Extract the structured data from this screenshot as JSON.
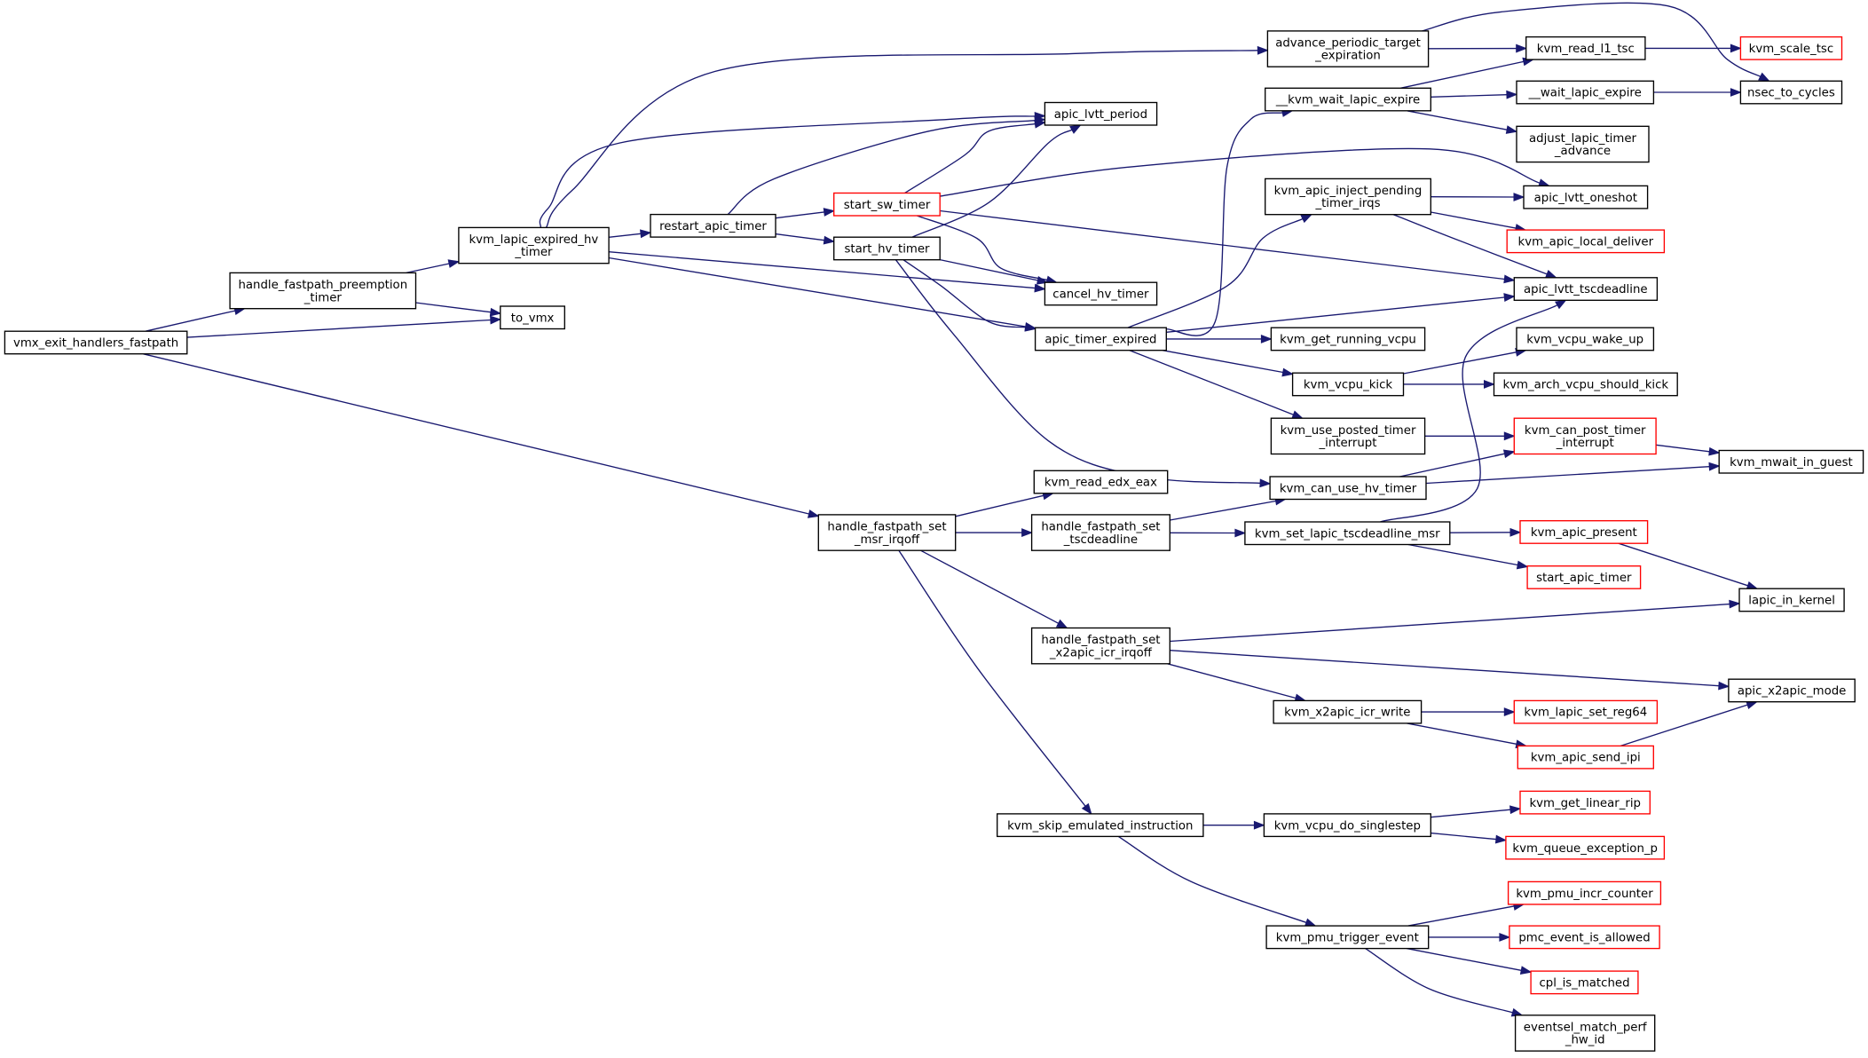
{
  "colors": {
    "edge": "#191970",
    "root_fill": "#bfbfbf",
    "node_border": "#000000",
    "truncated_border": "#ff0000"
  },
  "nodes": [
    {
      "id": "vmx_exit_handlers_fastpath",
      "lines": [
        "vmx_exit_handlers_fastpath"
      ],
      "style": "root"
    },
    {
      "id": "handle_fastpath_preemption_timer",
      "lines": [
        "handle_fastpath_preemption",
        "_timer"
      ],
      "style": "normal"
    },
    {
      "id": "to_vmx",
      "lines": [
        "to_vmx"
      ],
      "style": "normal"
    },
    {
      "id": "kvm_lapic_expired_hv_timer",
      "lines": [
        "kvm_lapic_expired_hv",
        "_timer"
      ],
      "style": "normal"
    },
    {
      "id": "restart_apic_timer",
      "lines": [
        "restart_apic_timer"
      ],
      "style": "normal"
    },
    {
      "id": "start_sw_timer",
      "lines": [
        "start_sw_timer"
      ],
      "style": "truncated"
    },
    {
      "id": "start_hv_timer",
      "lines": [
        "start_hv_timer"
      ],
      "style": "normal"
    },
    {
      "id": "apic_lvtt_period",
      "lines": [
        "apic_lvtt_period"
      ],
      "style": "normal"
    },
    {
      "id": "cancel_hv_timer",
      "lines": [
        "cancel_hv_timer"
      ],
      "style": "normal"
    },
    {
      "id": "apic_timer_expired",
      "lines": [
        "apic_timer_expired"
      ],
      "style": "normal"
    },
    {
      "id": "advance_periodic_target_expiration",
      "lines": [
        "advance_periodic_target",
        "_expiration"
      ],
      "style": "normal"
    },
    {
      "id": "__kvm_wait_lapic_expire",
      "lines": [
        "__kvm_wait_lapic_expire"
      ],
      "style": "normal"
    },
    {
      "id": "kvm_apic_inject_pending_timer_irqs",
      "lines": [
        "kvm_apic_inject_pending",
        "_timer_irqs"
      ],
      "style": "normal"
    },
    {
      "id": "kvm_get_running_vcpu",
      "lines": [
        "kvm_get_running_vcpu"
      ],
      "style": "normal"
    },
    {
      "id": "kvm_vcpu_kick",
      "lines": [
        "kvm_vcpu_kick"
      ],
      "style": "normal"
    },
    {
      "id": "kvm_use_posted_timer_interrupt",
      "lines": [
        "kvm_use_posted_timer",
        "_interrupt"
      ],
      "style": "normal"
    },
    {
      "id": "kvm_can_use_hv_timer",
      "lines": [
        "kvm_can_use_hv_timer"
      ],
      "style": "normal"
    },
    {
      "id": "kvm_read_l1_tsc",
      "lines": [
        "kvm_read_l1_tsc"
      ],
      "style": "normal"
    },
    {
      "id": "kvm_scale_tsc",
      "lines": [
        "kvm_scale_tsc"
      ],
      "style": "truncated"
    },
    {
      "id": "nsec_to_cycles",
      "lines": [
        "nsec_to_cycles"
      ],
      "style": "normal"
    },
    {
      "id": "__wait_lapic_expire",
      "lines": [
        "__wait_lapic_expire"
      ],
      "style": "normal"
    },
    {
      "id": "adjust_lapic_timer_advance",
      "lines": [
        "adjust_lapic_timer",
        "_advance"
      ],
      "style": "normal"
    },
    {
      "id": "apic_lvtt_oneshot",
      "lines": [
        "apic_lvtt_oneshot"
      ],
      "style": "normal"
    },
    {
      "id": "kvm_apic_local_deliver",
      "lines": [
        "kvm_apic_local_deliver"
      ],
      "style": "truncated"
    },
    {
      "id": "apic_lvtt_tscdeadline",
      "lines": [
        "apic_lvtt_tscdeadline"
      ],
      "style": "normal"
    },
    {
      "id": "kvm_vcpu_wake_up",
      "lines": [
        "kvm_vcpu_wake_up"
      ],
      "style": "normal"
    },
    {
      "id": "kvm_arch_vcpu_should_kick",
      "lines": [
        "kvm_arch_vcpu_should_kick"
      ],
      "style": "normal"
    },
    {
      "id": "kvm_can_post_timer_interrupt",
      "lines": [
        "kvm_can_post_timer",
        "_interrupt"
      ],
      "style": "truncated"
    },
    {
      "id": "kvm_mwait_in_guest",
      "lines": [
        "kvm_mwait_in_guest"
      ],
      "style": "normal"
    },
    {
      "id": "handle_fastpath_set_msr_irqoff",
      "lines": [
        "handle_fastpath_set",
        "_msr_irqoff"
      ],
      "style": "normal"
    },
    {
      "id": "kvm_read_edx_eax",
      "lines": [
        "kvm_read_edx_eax"
      ],
      "style": "normal"
    },
    {
      "id": "handle_fastpath_set_tscdeadline",
      "lines": [
        "handle_fastpath_set",
        "_tscdeadline"
      ],
      "style": "normal"
    },
    {
      "id": "kvm_set_lapic_tscdeadline_msr",
      "lines": [
        "kvm_set_lapic_tscdeadline_msr"
      ],
      "style": "normal"
    },
    {
      "id": "kvm_apic_present",
      "lines": [
        "kvm_apic_present"
      ],
      "style": "truncated"
    },
    {
      "id": "start_apic_timer",
      "lines": [
        "start_apic_timer"
      ],
      "style": "truncated"
    },
    {
      "id": "lapic_in_kernel",
      "lines": [
        "lapic_in_kernel"
      ],
      "style": "normal"
    },
    {
      "id": "handle_fastpath_set_x2apic_icr_irqoff",
      "lines": [
        "handle_fastpath_set",
        "_x2apic_icr_irqoff"
      ],
      "style": "normal"
    },
    {
      "id": "apic_x2apic_mode",
      "lines": [
        "apic_x2apic_mode"
      ],
      "style": "normal"
    },
    {
      "id": "kvm_x2apic_icr_write",
      "lines": [
        "kvm_x2apic_icr_write"
      ],
      "style": "normal"
    },
    {
      "id": "kvm_lapic_set_reg64",
      "lines": [
        "kvm_lapic_set_reg64"
      ],
      "style": "truncated"
    },
    {
      "id": "kvm_apic_send_ipi",
      "lines": [
        "kvm_apic_send_ipi"
      ],
      "style": "truncated"
    },
    {
      "id": "kvm_skip_emulated_instruction",
      "lines": [
        "kvm_skip_emulated_instruction"
      ],
      "style": "normal"
    },
    {
      "id": "kvm_vcpu_do_singlestep",
      "lines": [
        "kvm_vcpu_do_singlestep"
      ],
      "style": "normal"
    },
    {
      "id": "kvm_get_linear_rip",
      "lines": [
        "kvm_get_linear_rip"
      ],
      "style": "truncated"
    },
    {
      "id": "kvm_queue_exception_p",
      "lines": [
        "kvm_queue_exception_p"
      ],
      "style": "truncated"
    },
    {
      "id": "kvm_pmu_trigger_event",
      "lines": [
        "kvm_pmu_trigger_event"
      ],
      "style": "normal"
    },
    {
      "id": "kvm_pmu_incr_counter",
      "lines": [
        "kvm_pmu_incr_counter"
      ],
      "style": "truncated"
    },
    {
      "id": "pmc_event_is_allowed",
      "lines": [
        "pmc_event_is_allowed"
      ],
      "style": "truncated"
    },
    {
      "id": "cpl_is_matched",
      "lines": [
        "cpl_is_matched"
      ],
      "style": "truncated"
    },
    {
      "id": "eventsel_match_perf_hw_id",
      "lines": [
        "eventsel_match_perf",
        "_hw_id"
      ],
      "style": "normal"
    }
  ],
  "edges": [
    [
      "vmx_exit_handlers_fastpath",
      "handle_fastpath_preemption_timer"
    ],
    [
      "vmx_exit_handlers_fastpath",
      "to_vmx"
    ],
    [
      "vmx_exit_handlers_fastpath",
      "handle_fastpath_set_msr_irqoff"
    ],
    [
      "handle_fastpath_preemption_timer",
      "kvm_lapic_expired_hv_timer"
    ],
    [
      "handle_fastpath_preemption_timer",
      "to_vmx"
    ],
    [
      "kvm_lapic_expired_hv_timer",
      "advance_periodic_target_expiration"
    ],
    [
      "kvm_lapic_expired_hv_timer",
      "apic_lvtt_period"
    ],
    [
      "kvm_lapic_expired_hv_timer",
      "restart_apic_timer"
    ],
    [
      "kvm_lapic_expired_hv_timer",
      "cancel_hv_timer"
    ],
    [
      "kvm_lapic_expired_hv_timer",
      "apic_timer_expired"
    ],
    [
      "restart_apic_timer",
      "apic_lvtt_period"
    ],
    [
      "restart_apic_timer",
      "start_sw_timer"
    ],
    [
      "restart_apic_timer",
      "start_hv_timer"
    ],
    [
      "start_sw_timer",
      "apic_lvtt_period"
    ],
    [
      "start_sw_timer",
      "apic_lvtt_oneshot"
    ],
    [
      "start_sw_timer",
      "apic_lvtt_tscdeadline"
    ],
    [
      "start_sw_timer",
      "cancel_hv_timer"
    ],
    [
      "start_hv_timer",
      "apic_lvtt_period"
    ],
    [
      "start_hv_timer",
      "cancel_hv_timer"
    ],
    [
      "start_hv_timer",
      "apic_timer_expired"
    ],
    [
      "start_hv_timer",
      "kvm_can_use_hv_timer"
    ],
    [
      "apic_timer_expired",
      "__kvm_wait_lapic_expire"
    ],
    [
      "apic_timer_expired",
      "kvm_apic_inject_pending_timer_irqs"
    ],
    [
      "apic_timer_expired",
      "apic_lvtt_tscdeadline"
    ],
    [
      "apic_timer_expired",
      "kvm_get_running_vcpu"
    ],
    [
      "apic_timer_expired",
      "kvm_vcpu_kick"
    ],
    [
      "apic_timer_expired",
      "kvm_use_posted_timer_interrupt"
    ],
    [
      "advance_periodic_target_expiration",
      "kvm_read_l1_tsc"
    ],
    [
      "advance_periodic_target_expiration",
      "nsec_to_cycles"
    ],
    [
      "kvm_read_l1_tsc",
      "kvm_scale_tsc"
    ],
    [
      "__kvm_wait_lapic_expire",
      "kvm_read_l1_tsc"
    ],
    [
      "__kvm_wait_lapic_expire",
      "__wait_lapic_expire"
    ],
    [
      "__kvm_wait_lapic_expire",
      "adjust_lapic_timer_advance"
    ],
    [
      "__wait_lapic_expire",
      "nsec_to_cycles"
    ],
    [
      "kvm_apic_inject_pending_timer_irqs",
      "apic_lvtt_oneshot"
    ],
    [
      "kvm_apic_inject_pending_timer_irqs",
      "kvm_apic_local_deliver"
    ],
    [
      "kvm_apic_inject_pending_timer_irqs",
      "apic_lvtt_tscdeadline"
    ],
    [
      "kvm_vcpu_kick",
      "kvm_vcpu_wake_up"
    ],
    [
      "kvm_vcpu_kick",
      "kvm_arch_vcpu_should_kick"
    ],
    [
      "kvm_use_posted_timer_interrupt",
      "kvm_can_post_timer_interrupt"
    ],
    [
      "kvm_can_use_hv_timer",
      "kvm_can_post_timer_interrupt"
    ],
    [
      "kvm_can_use_hv_timer",
      "kvm_mwait_in_guest"
    ],
    [
      "kvm_can_post_timer_interrupt",
      "kvm_mwait_in_guest"
    ],
    [
      "handle_fastpath_set_msr_irqoff",
      "kvm_read_edx_eax"
    ],
    [
      "handle_fastpath_set_msr_irqoff",
      "handle_fastpath_set_tscdeadline"
    ],
    [
      "handle_fastpath_set_msr_irqoff",
      "handle_fastpath_set_x2apic_icr_irqoff"
    ],
    [
      "handle_fastpath_set_msr_irqoff",
      "kvm_skip_emulated_instruction"
    ],
    [
      "handle_fastpath_set_tscdeadline",
      "kvm_can_use_hv_timer"
    ],
    [
      "handle_fastpath_set_tscdeadline",
      "kvm_set_lapic_tscdeadline_msr"
    ],
    [
      "kvm_set_lapic_tscdeadline_msr",
      "apic_lvtt_tscdeadline"
    ],
    [
      "kvm_set_lapic_tscdeadline_msr",
      "kvm_apic_present"
    ],
    [
      "kvm_set_lapic_tscdeadline_msr",
      "start_apic_timer"
    ],
    [
      "kvm_apic_present",
      "lapic_in_kernel"
    ],
    [
      "handle_fastpath_set_x2apic_icr_irqoff",
      "lapic_in_kernel"
    ],
    [
      "handle_fastpath_set_x2apic_icr_irqoff",
      "apic_x2apic_mode"
    ],
    [
      "handle_fastpath_set_x2apic_icr_irqoff",
      "kvm_x2apic_icr_write"
    ],
    [
      "kvm_x2apic_icr_write",
      "kvm_lapic_set_reg64"
    ],
    [
      "kvm_x2apic_icr_write",
      "kvm_apic_send_ipi"
    ],
    [
      "kvm_apic_send_ipi",
      "apic_x2apic_mode"
    ],
    [
      "kvm_skip_emulated_instruction",
      "kvm_vcpu_do_singlestep"
    ],
    [
      "kvm_skip_emulated_instruction",
      "kvm_pmu_trigger_event"
    ],
    [
      "kvm_vcpu_do_singlestep",
      "kvm_get_linear_rip"
    ],
    [
      "kvm_vcpu_do_singlestep",
      "kvm_queue_exception_p"
    ],
    [
      "kvm_pmu_trigger_event",
      "kvm_pmu_incr_counter"
    ],
    [
      "kvm_pmu_trigger_event",
      "pmc_event_is_allowed"
    ],
    [
      "kvm_pmu_trigger_event",
      "cpl_is_matched"
    ],
    [
      "kvm_pmu_trigger_event",
      "eventsel_match_perf_hw_id"
    ]
  ]
}
